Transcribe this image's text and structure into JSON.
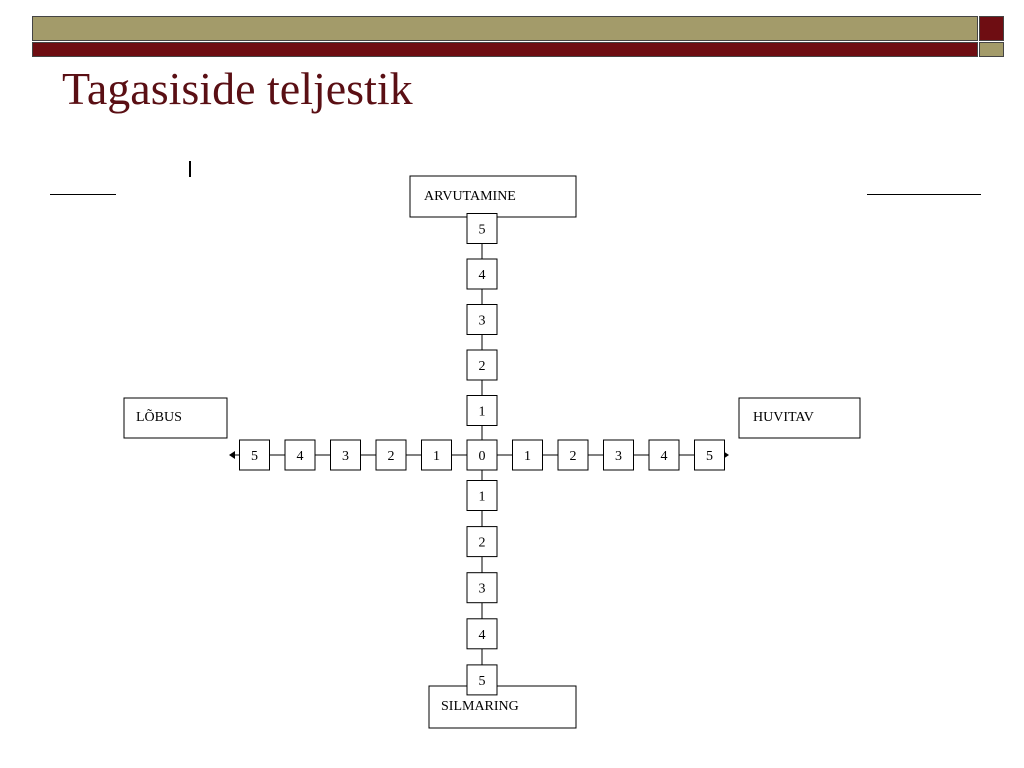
{
  "slide": {
    "title": "Tagasiside teljestik",
    "theme_colors": {
      "olive": "#a39b6a",
      "dark_red": "#6e0d12",
      "title": "#5a0f14"
    }
  },
  "diagram": {
    "labels": {
      "top": "ARVUTAMINE",
      "bottom": "SILMARING",
      "left": "LÕBUS",
      "right": "HUVITAV"
    },
    "center": "0",
    "up": [
      "1",
      "2",
      "3",
      "4",
      "5"
    ],
    "down": [
      "1",
      "2",
      "3",
      "4",
      "5"
    ],
    "left": [
      "1",
      "2",
      "3",
      "4",
      "5"
    ],
    "right": [
      "1",
      "2",
      "3",
      "4",
      "5"
    ]
  }
}
